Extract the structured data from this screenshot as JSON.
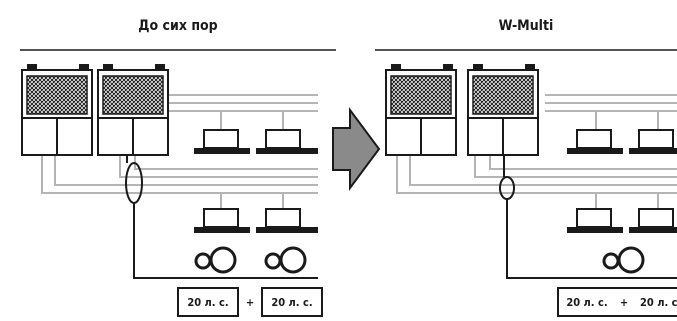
{
  "panels": {
    "left": {
      "title": "До сих пор",
      "capacity_boxes": [
        "20 л. с.",
        "20 л. с."
      ],
      "joiner": "+"
    },
    "right": {
      "title": "W-Multi",
      "capacity_boxes": [
        "20 л. с.",
        "20 л. с"
      ],
      "joiner": "+"
    }
  },
  "colors": {
    "line": "#1a1a1a",
    "pipe": "#b4b4b4",
    "arrow": "#8a8a8a"
  }
}
